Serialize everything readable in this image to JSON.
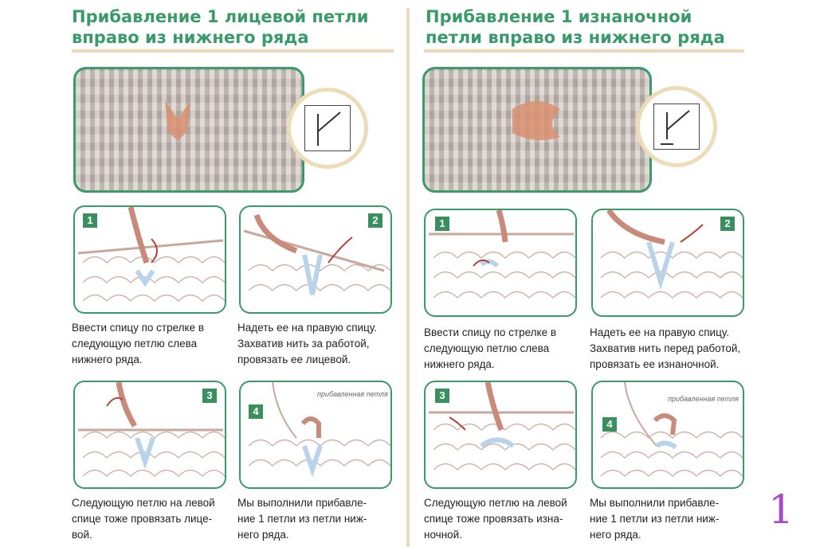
{
  "left": {
    "title": "Прибавление 1 лицевой петли вправо из нижнего ряда",
    "steps": [
      {
        "num": "1",
        "caption": "Ввести спицу по стрелке в\nследующую петлю слева\nнижнего ряда."
      },
      {
        "num": "2",
        "caption": "Надеть ее на правую спицу.\nЗахватив нить за работой,\nпровязать ее лицевой."
      },
      {
        "num": "3",
        "caption": "Следующую петлю на левой\nспице тоже провязать лице-\nвой."
      },
      {
        "num": "4",
        "caption": "Мы выполнили прибавле-\nние 1 петли из петли ниж-\nнего ряда.",
        "tag": "прибавленная петля"
      }
    ]
  },
  "right": {
    "title": "Прибавление 1 изнаночной петли вправо из нижнего ряда",
    "steps": [
      {
        "num": "1",
        "caption": "Ввести спицу по стрелке в\nследующую петлю слева\nнижнего ряда."
      },
      {
        "num": "2",
        "caption": "Надеть ее на правую спицу.\nЗахватив нить перед работой,\nпровязать ее изнаночной."
      },
      {
        "num": "3",
        "caption": "Следующую петлю на левой\nспице тоже провязать изна-\nночной."
      },
      {
        "num": "4",
        "caption": "Мы выполнили прибавле-\nние 1 петли из петли ниж-\nнего ряда.",
        "tag": "прибавленная петля"
      }
    ]
  },
  "page_number": "1",
  "colors": {
    "accent_green": "#3a9a6a",
    "yarn_beige": "#cfc6c1",
    "yarn_pink": "#c98a7a",
    "yarn_blue": "#b9d3ea",
    "page_number": "#a64ac9"
  },
  "icons": {
    "symbol_knit": "knit-increase-symbol-icon",
    "symbol_purl": "purl-increase-symbol-icon"
  }
}
